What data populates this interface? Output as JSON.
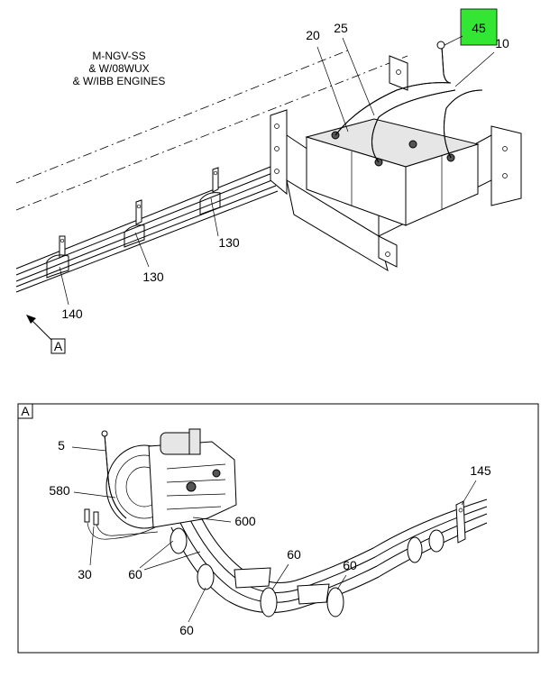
{
  "top_view": {
    "engine_note": [
      "M-NGV-SS",
      "& W/08WUX",
      "& W/IBB ENGINES"
    ],
    "callouts": {
      "c45": "45",
      "c20": "20",
      "c25": "25",
      "c10": "10",
      "c130a": "130",
      "c130b": "130",
      "c140": "140"
    },
    "view_ref": "A",
    "highlight_color": "#33e633"
  },
  "detail_view": {
    "label": "A",
    "callouts": {
      "c5": "5",
      "c580": "580",
      "c30": "30",
      "c60a": "60",
      "c600": "600",
      "c60b": "60",
      "c60c": "60",
      "c60d": "60",
      "c145": "145"
    }
  }
}
